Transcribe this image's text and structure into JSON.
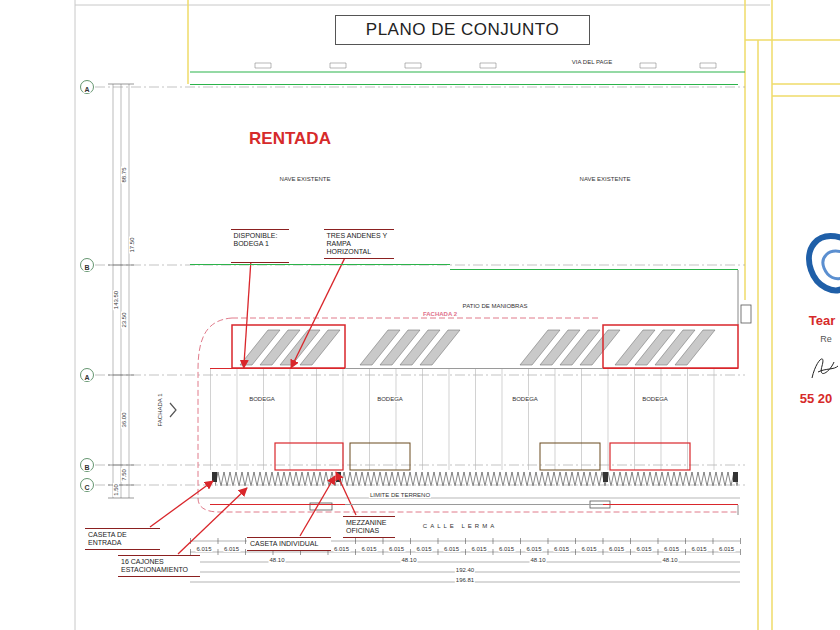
{
  "diagram": {
    "title": "PLANO DE CONJUNTO",
    "nodes": [
      {
        "text": [
          "RENTADA",
          "NAVE EXISTENTE"
        ]
      },
      {
        "text": [
          "NAVE EXISTENTE"
        ]
      },
      {
        "text": [
          "DISPONIBLE: BODEGA 1"
        ],
        "in": 0
      },
      {
        "text": [
          "TRES ANDENES Y RAMPA HORIZONTAL"
        ],
        "in": 0
      },
      {
        "text": [
          "BODEGA"
        ]
      },
      {
        "text": [
          "BODEGA"
        ]
      },
      {
        "text": [
          "BODEGA"
        ]
      },
      {
        "text": [
          "BODEGA"
        ]
      },
      {
        "text": [
          "CASETA DE ENTRADA"
        ]
      },
      {
        "text": [
          "16 CAJONES ESTACIONAMIENTO"
        ]
      },
      {
        "text": [
          "CASETA INDIVIDUAL"
        ]
      },
      {
        "text": [
          "MEZZANINE OFICINAS"
        ]
      }
    ],
    "edges": [
      {
        "from": 2,
        "to": 4,
        "arrow": "to"
      },
      {
        "from": 3,
        "to": 4,
        "arrow": "to"
      }
    ],
    "labels": [
      "VIA DEL PAGE",
      "PATIO DE MANIOBRAS",
      "FACHADA 2",
      "FACHADA 1",
      "LIMITE DE TERRENO",
      "CALLE LERMA",
      "A",
      "B",
      "A",
      "B",
      "C",
      "6.015",
      "6.015",
      "6.015",
      "6.015",
      "6.015",
      "6.015",
      "6.015",
      "6.015",
      "6.015",
      "6.015",
      "6.015",
      "6.015",
      "6.015",
      "6.015",
      "6.015",
      "6.015",
      "6.015",
      "48.10",
      "48.10",
      "48.10",
      "48.10",
      "192.40",
      "196.81",
      "88.75",
      "143.50",
      "17.50",
      "23.50",
      "36.00",
      "7.50",
      "1.50",
      "Tear",
      "Re",
      "55 20"
    ]
  }
}
